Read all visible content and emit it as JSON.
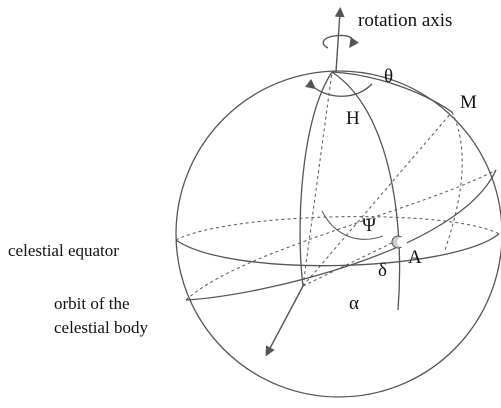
{
  "labels": {
    "rotation_axis": "rotation axis",
    "celestial_equator": "celestial equator",
    "orbit_line1": "orbit of the",
    "orbit_line2": "celestial body",
    "theta": "θ",
    "M": "M",
    "H": "H",
    "psi": "Ψ",
    "A": "A",
    "delta": "δ",
    "alpha": "α"
  },
  "colors": {
    "line": "#555555",
    "text": "#111111",
    "body_fill": "#cccccc"
  }
}
